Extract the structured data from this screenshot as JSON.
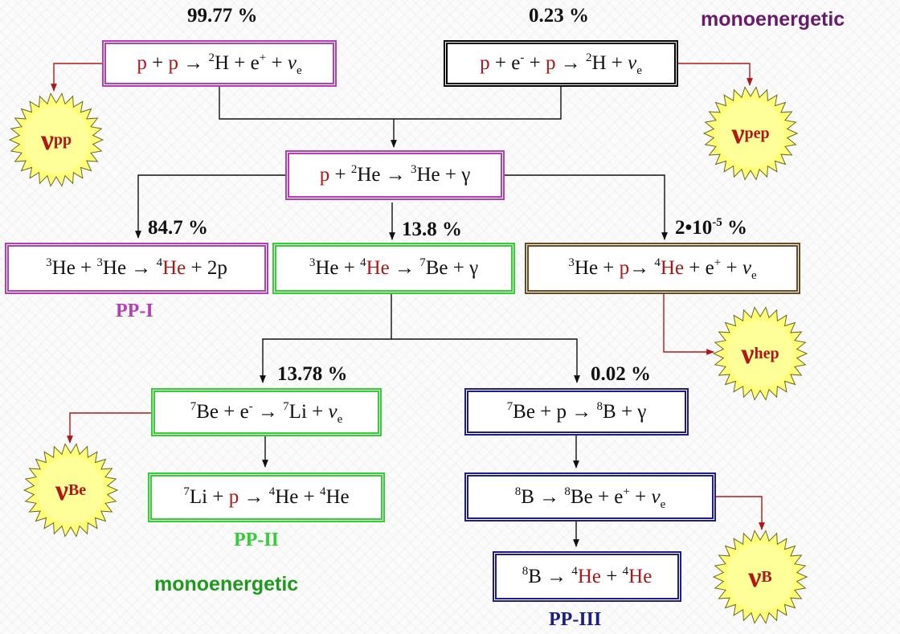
{
  "header": {
    "pct_left": "99.77 %",
    "pct_right": "0.23 %",
    "mono_top": "monoenergetic"
  },
  "reactions": {
    "pp": {
      "p1": "p",
      "plus1": " + ",
      "p2": "p",
      "arrow": " → ",
      "sup1": "2",
      "h": "H + e",
      "sup2": "+",
      "plus2": " + ",
      "nu": "ν",
      "nusub": "e"
    },
    "pep": {
      "p1": "p",
      "mid": " + e",
      "sup1": "-",
      "plus": " + ",
      "p2": "p",
      "arrow": " → ",
      "sup2": "2",
      "h": "H + ",
      "nu": "ν",
      "nusub": "e"
    },
    "he3": {
      "p": "p",
      "plus": " + ",
      "sup1": "2",
      "he": "He → ",
      "sup2": "3",
      "rest": "He + γ"
    },
    "pp1": {
      "sup1": "3",
      "a": "He + ",
      "sup2": "3",
      "b": "He → ",
      "sup3": "4",
      "he4": "He",
      "c": " + 2p"
    },
    "be7": {
      "sup1": "3",
      "a": "He + ",
      "sup2": "4",
      "he4": "He",
      "b": " → ",
      "sup3": "7",
      "c": "Be + γ"
    },
    "hep": {
      "sup1": "3",
      "a": "He + ",
      "p": "p",
      "b": "→ ",
      "sup2": "4",
      "he4": "He",
      "c": " + e",
      "sup3": "+",
      "d": " + ",
      "nu": "ν",
      "nusub": "e"
    },
    "be_ec": {
      "sup1": "7",
      "a": "Be + e",
      "sup2": "-",
      "b": " → ",
      "sup3": "7",
      "c": "Li +  ",
      "nu": "ν",
      "nusub": "e"
    },
    "li7": {
      "sup1": "7",
      "a": "Li + ",
      "p": "p",
      "b": " → ",
      "sup2": "4",
      "c": "He + ",
      "sup3": "4",
      "d": "He"
    },
    "b8": {
      "sup1": "7",
      "a": "Be + p → ",
      "sup2": "8",
      "b": "B +  γ"
    },
    "b8decay": {
      "sup1": "8",
      "a": "B → ",
      "sup2": "8",
      "b": "Be  +  e",
      "sup3": "+",
      "c": "  +  ",
      "nu": "ν",
      "nusub": "e"
    },
    "b8split": {
      "sup1": "8",
      "a": "B → ",
      "sup2": "4",
      "he1": "He",
      "b": " + ",
      "sup3": "4",
      "he2": "He"
    }
  },
  "percentages": {
    "pp1": "84.7 %",
    "pp2": "13.8 %",
    "hep_a": "2•10",
    "hep_sup": "-5",
    "hep_b": " %",
    "be_ec": "13.78 %",
    "b8": "0.02 %"
  },
  "chains": {
    "pp1": "PP-I",
    "pp2": "PP-II",
    "pp3": "PP-III"
  },
  "neutrinos": {
    "pp": {
      "sym": "ν",
      "sub": "pp"
    },
    "pep": {
      "sym": "ν",
      "sub": "pep"
    },
    "hep": {
      "sym": "ν",
      "sub": "hep"
    },
    "be": {
      "sym": "ν",
      "sub": "Be"
    },
    "b": {
      "sym": "ν",
      "sub": "B"
    }
  },
  "mono_bottom": "monoenergetic",
  "colors": {
    "magenta": "#b53db5",
    "green": "#2fd02f",
    "blue": "#1c1c8a",
    "brown": "#6b4a1f",
    "red": "#b01818",
    "mono_top": "#6a1a6a",
    "mono_bottom": "#1e9a1e"
  }
}
